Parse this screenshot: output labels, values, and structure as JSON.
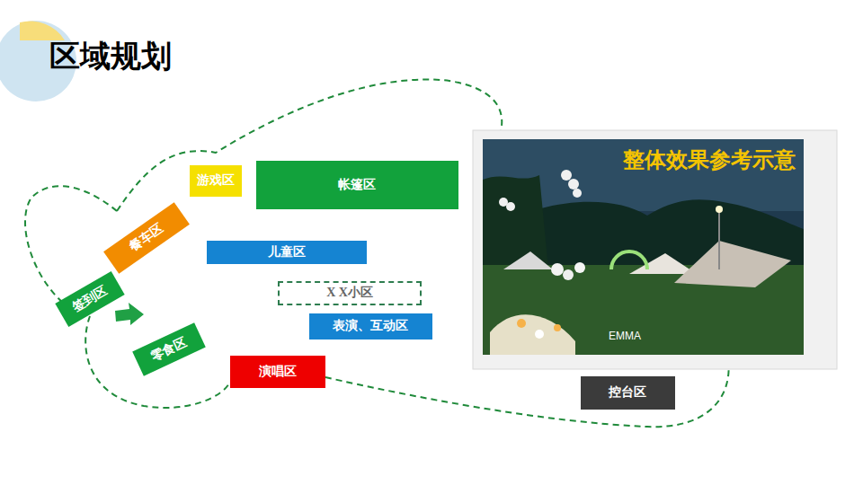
{
  "diagram": {
    "title": "区域规划",
    "nodes": [
      {
        "text": [
          "游戏区"
        ]
      },
      {
        "text": [
          "帐篷区"
        ]
      },
      {
        "text": [
          "餐车区"
        ]
      },
      {
        "text": [
          "儿童区"
        ]
      },
      {
        "text": [
          "签到区"
        ]
      },
      {
        "text": [
          "X X小区"
        ]
      },
      {
        "text": [
          "表演、互动区"
        ]
      },
      {
        "text": [
          "零食区"
        ]
      },
      {
        "text": [
          "演唱区"
        ]
      },
      {
        "text": [
          "控台区"
        ]
      }
    ],
    "labels": [
      "整体效果参考示意",
      "EMMA"
    ]
  }
}
